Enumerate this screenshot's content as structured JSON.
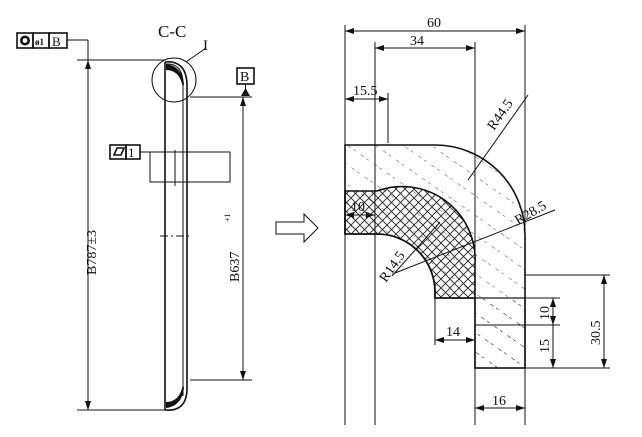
{
  "section_label": "C-C",
  "detail_label": "I",
  "datum_label": "B",
  "frame_callout": {
    "symbol": "concentricity",
    "value": "ø1",
    "datum": "B"
  },
  "flatness_callout": {
    "symbol": "flatness",
    "value": "1"
  },
  "dimensions": {
    "outer_diameter": "B787±3",
    "inner_diameter": "B637",
    "inner_diameter_tolerance_sup": "+1",
    "width_total": "60",
    "width_34": "34",
    "width_15_5": "15.5",
    "radius_outer": "R44.5",
    "radius_mid": "R28.5",
    "radius_inner": "R14.5",
    "thickness_10": "10",
    "width_14": "14",
    "width_16": "16",
    "height_10": "10",
    "height_15": "15",
    "height_30_5": "30.5"
  }
}
